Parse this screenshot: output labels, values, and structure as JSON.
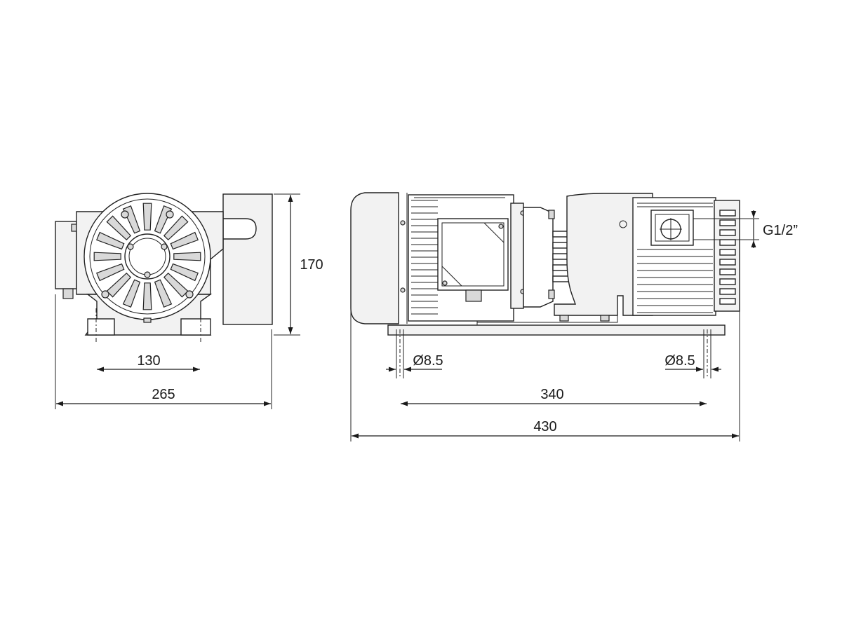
{
  "dimensions": {
    "height": "170",
    "foot_spacing": "130",
    "front_width": "265",
    "hole_left": "Ø8.5",
    "hole_right": "Ø8.5",
    "base_hole_spacing": "340",
    "overall_length": "430",
    "port_thread": "G1/2”"
  }
}
